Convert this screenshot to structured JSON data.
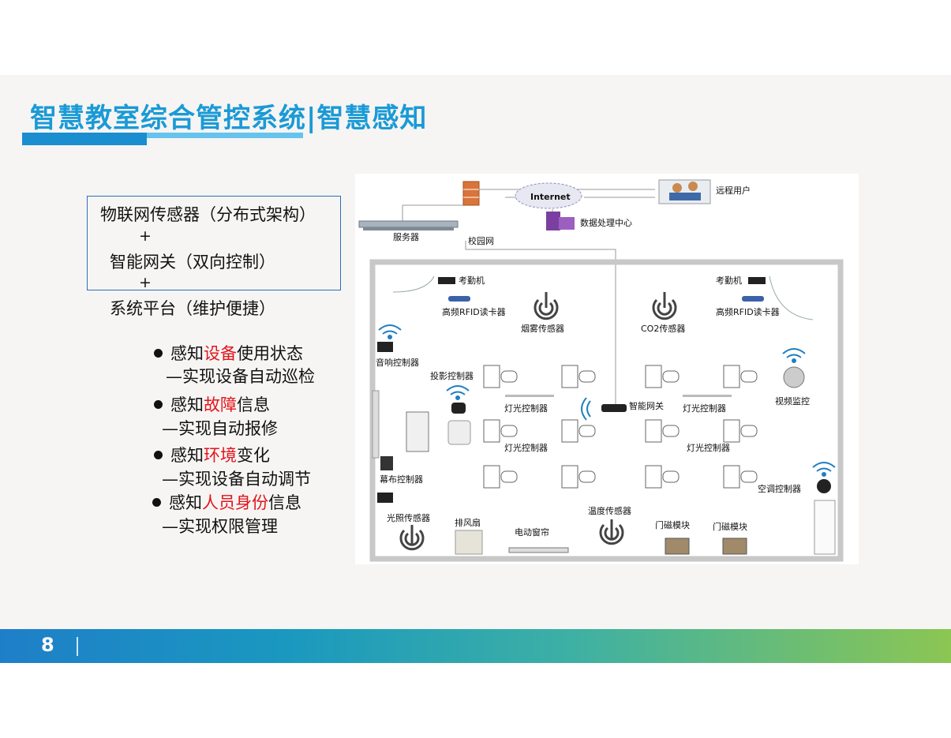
{
  "title": "智慧教室综合管控系统|智慧感知",
  "left": {
    "line1": "物联网传感器（分布式架构）",
    "plus1": "+",
    "line2": "智能网关（双向控制）",
    "plus2": "+",
    "line3": "系统平台（维护便捷）"
  },
  "bullets": [
    {
      "pre": "感知",
      "hl": "设备",
      "post": "使用状态",
      "sub": "—实现设备自动巡检"
    },
    {
      "pre": "感知",
      "hl": "故障",
      "post": "信息",
      "sub": "—实现自动报修"
    },
    {
      "pre": "感知",
      "hl": "环境",
      "post": "变化",
      "sub": "—实现设备自动调节"
    },
    {
      "pre": "感知",
      "hl": "人员身份",
      "post": "信息",
      "sub": "—实现权限管理"
    }
  ],
  "diagram": {
    "internet": "Internet",
    "remote_user": "远程用户",
    "data_center": "数据处理中心",
    "server": "服务器",
    "campus_net": "校园网",
    "attendance_left": "考勤机",
    "attendance_right": "考勤机",
    "rfid_left": "高频RFID读卡器",
    "rfid_right": "高频RFID读卡器",
    "smoke": "烟雾传感器",
    "co2": "CO2传感器",
    "audio": "音响控制器",
    "projector": "投影控制器",
    "light1": "灯光控制器",
    "gateway": "智能网关",
    "light2": "灯光控制器",
    "video": "视频监控",
    "light3": "灯光控制器",
    "light4": "灯光控制器",
    "screen": "幕布控制器",
    "ac": "空调控制器",
    "illum": "光照传感器",
    "fan": "排风扇",
    "curtain": "电动窗帘",
    "temp": "温度传感器",
    "door1": "门磁模块",
    "door2": "门磁模块"
  },
  "page_number": "8"
}
